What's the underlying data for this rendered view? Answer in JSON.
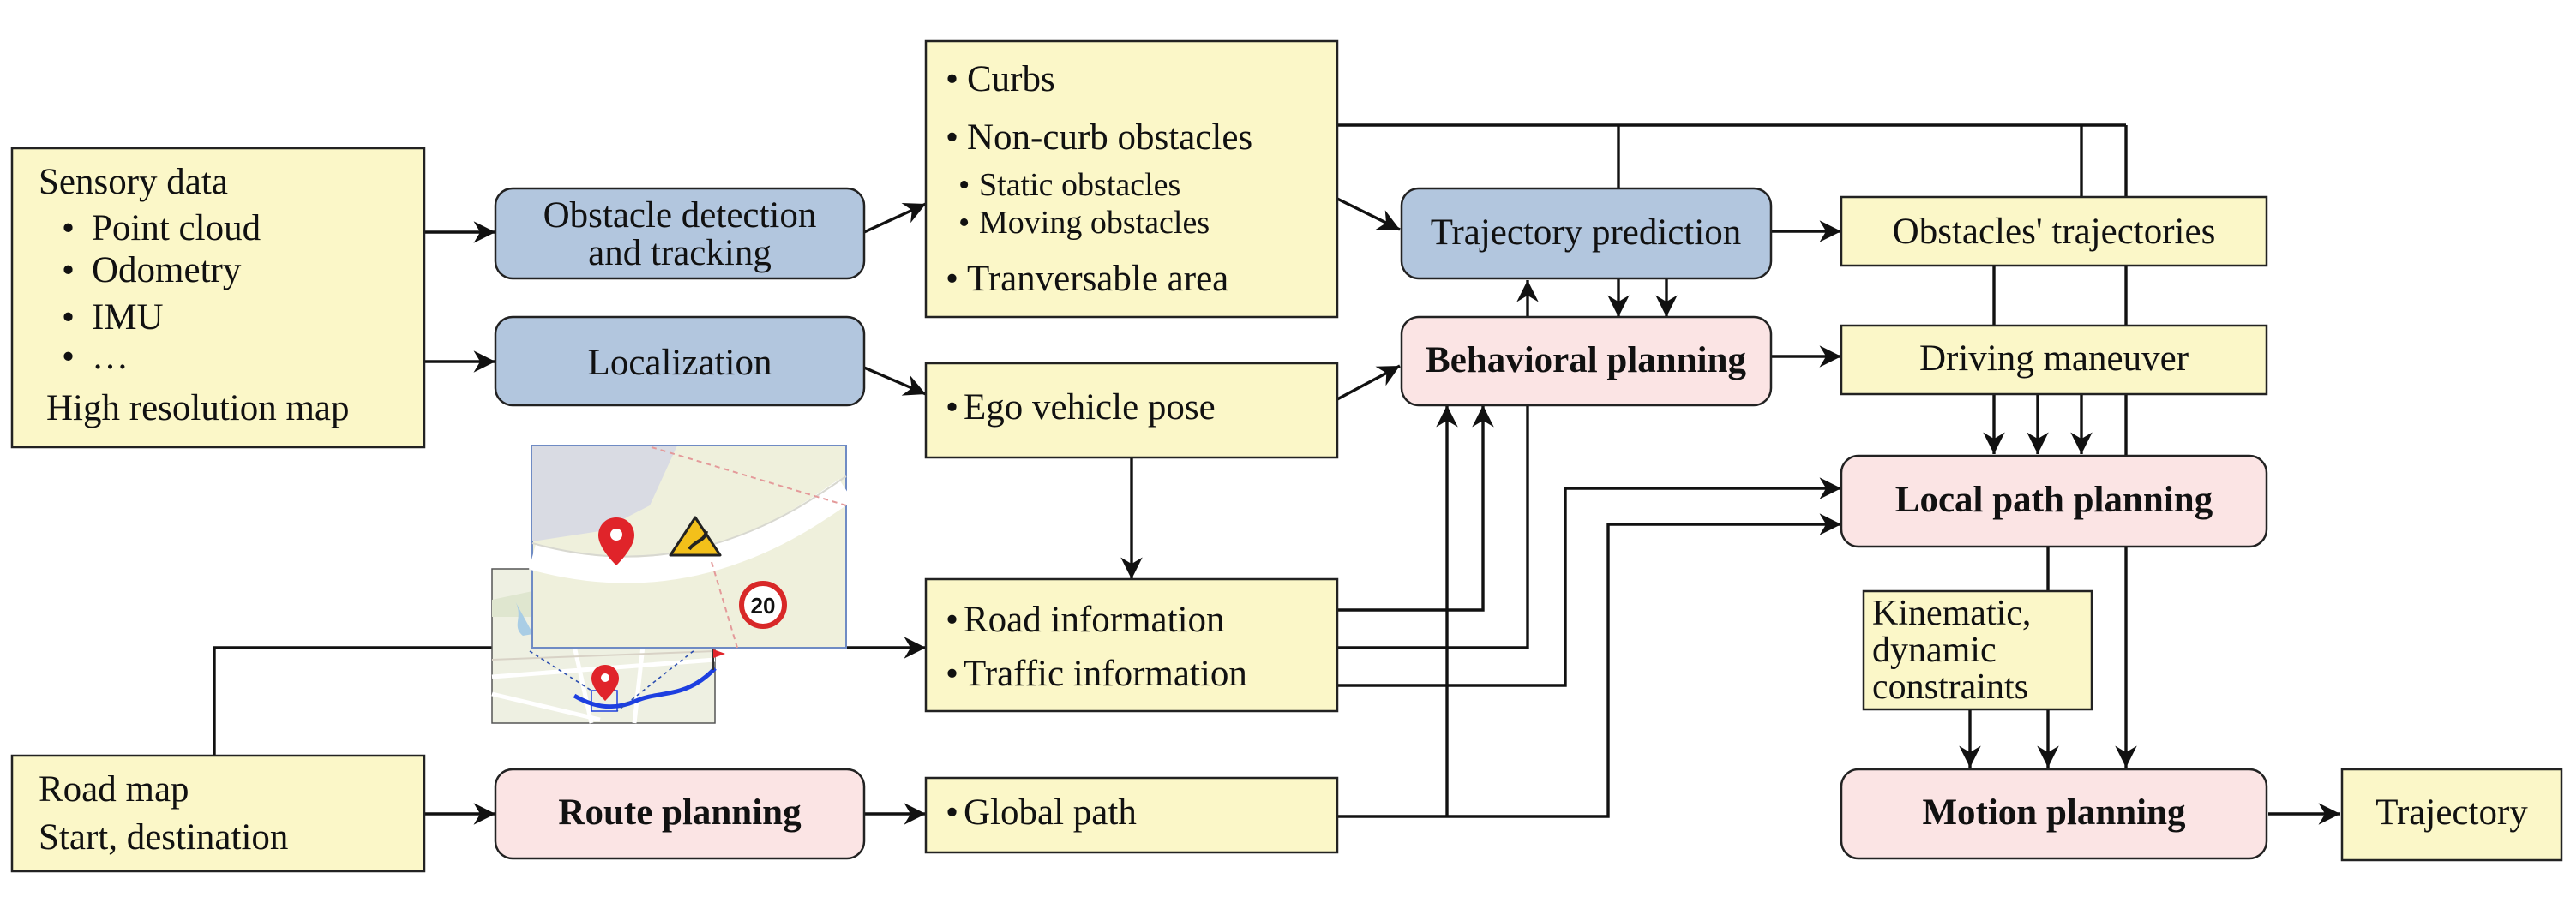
{
  "colors": {
    "data_box": "#fbf7c8",
    "process_box": "#b2c6de",
    "planning_box": "#fbe4e4",
    "line": "#111111"
  },
  "sensory": {
    "title": "Sensory data",
    "items": [
      "Point cloud",
      "Odometry",
      "IMU",
      "…"
    ],
    "footer": "High resolution map"
  },
  "road_map": {
    "line1": "Road map",
    "line2": "Start, destination"
  },
  "obstacle_detection": {
    "line1": "Obstacle detection",
    "line2": "and tracking"
  },
  "localization": {
    "label": "Localization"
  },
  "route_planning": {
    "label": "Route planning"
  },
  "perception_out": {
    "curbs": "Curbs",
    "non_curb": "Non-curb obstacles",
    "static": "Static obstacles",
    "moving": "Moving obstacles",
    "traversable": "Tranversable area"
  },
  "ego_pose": {
    "label": "Ego vehicle pose"
  },
  "road_info": {
    "road": "Road information",
    "traffic": "Traffic information"
  },
  "global_path": {
    "label": "Global path"
  },
  "trajectory_prediction": {
    "label": "Trajectory prediction"
  },
  "behavioral_planning": {
    "label": "Behavioral planning"
  },
  "obstacles_trajectories": {
    "label": "Obstacles' trajectories"
  },
  "driving_maneuver": {
    "label": "Driving maneuver"
  },
  "local_path_planning": {
    "label": "Local path planning"
  },
  "constraints": {
    "line1": "Kinematic,",
    "line2": "dynamic",
    "line3": "constraints"
  },
  "motion_planning": {
    "label": "Motion planning"
  },
  "trajectory": {
    "label": "Trajectory"
  },
  "map_thumbnail": {
    "speed_sign": "20"
  },
  "icons": [
    "map-pin-icon",
    "curve-warning-icon",
    "speed-limit-icon",
    "flag-icon"
  ]
}
